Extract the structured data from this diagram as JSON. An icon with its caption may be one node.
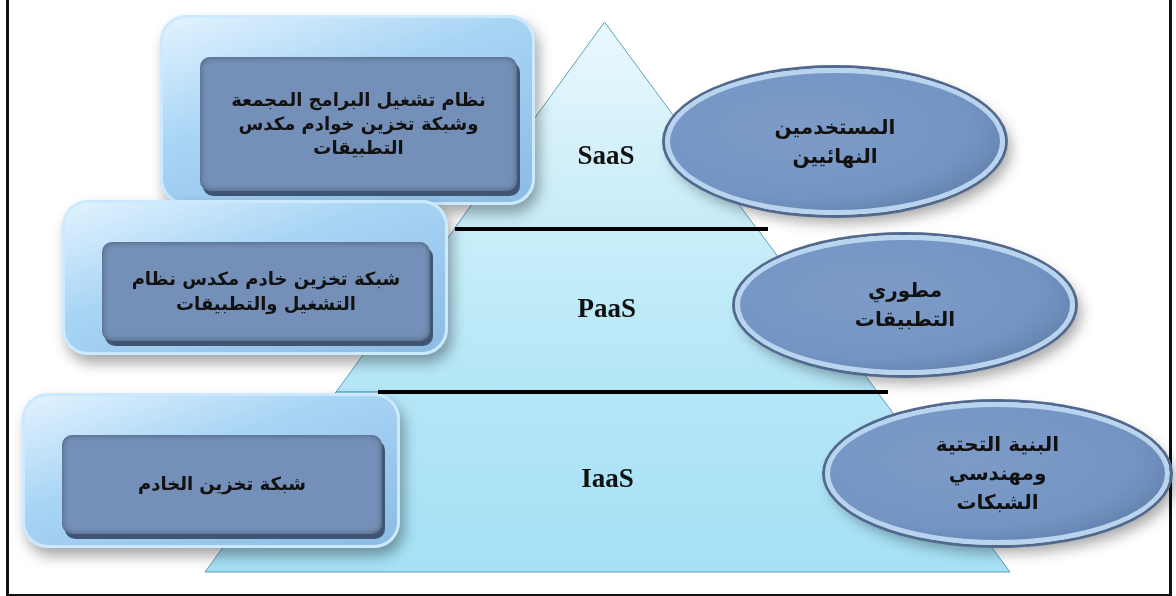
{
  "diagram": {
    "nodes": [
      {
        "text": [
          "SaaS"
        ]
      },
      {
        "text": [
          "PaaS"
        ]
      },
      {
        "text": [
          "IaaS"
        ]
      },
      {
        "text": [
          "نظام تشغيل البرامج المجمعة وشبكة تخزين خوادم مكدس التطبيقات"
        ]
      },
      {
        "text": [
          "شبكة تخزين خادم مكدس نظام التشغيل والتطبيقات"
        ]
      },
      {
        "text": [
          "شبكة تخزين الخادم"
        ]
      },
      {
        "text": [
          "المستخدمين النهائيين"
        ]
      },
      {
        "text": [
          "مطوري التطبيقات"
        ]
      },
      {
        "text": [
          "البنية التحتية ومهندسي الشبكات"
        ]
      }
    ]
  }
}
